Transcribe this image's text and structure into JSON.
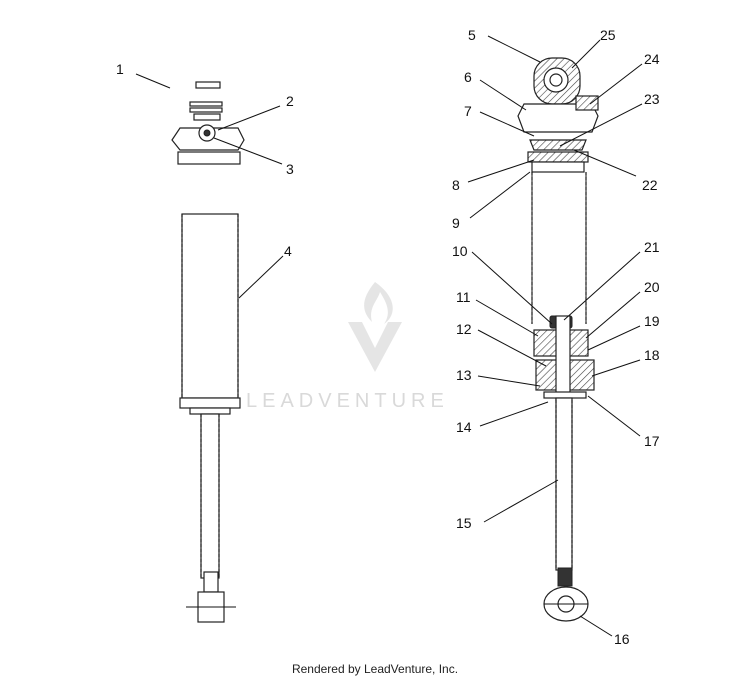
{
  "callouts": [
    {
      "id": "1"
    },
    {
      "id": "2"
    },
    {
      "id": "3"
    },
    {
      "id": "4"
    },
    {
      "id": "5"
    },
    {
      "id": "6"
    },
    {
      "id": "7"
    },
    {
      "id": "8"
    },
    {
      "id": "9"
    },
    {
      "id": "10"
    },
    {
      "id": "11"
    },
    {
      "id": "12"
    },
    {
      "id": "13"
    },
    {
      "id": "14"
    },
    {
      "id": "15"
    },
    {
      "id": "16"
    },
    {
      "id": "17"
    },
    {
      "id": "18"
    },
    {
      "id": "19"
    },
    {
      "id": "20"
    },
    {
      "id": "21"
    },
    {
      "id": "22"
    },
    {
      "id": "23"
    },
    {
      "id": "24"
    },
    {
      "id": "25"
    }
  ],
  "watermark": {
    "text": "LEADVENTURE",
    "color": "#d9d9d9"
  },
  "footer": {
    "text": "Rendered by LeadVenture, Inc."
  }
}
